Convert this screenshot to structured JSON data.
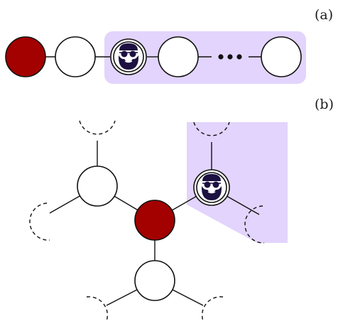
{
  "panels": [
    {
      "label": "(a)",
      "kind": "chain",
      "nodes": [
        "root",
        "empty",
        "character",
        "empty",
        "ellipsis",
        "empty"
      ],
      "highlighted_nodes": [
        2,
        3,
        4,
        5
      ]
    },
    {
      "label": "(b)",
      "kind": "tree",
      "nodes": [
        "root",
        "empty",
        "character",
        "empty"
      ],
      "branches_dashed": true,
      "highlighted_nodes": [
        2
      ]
    }
  ],
  "colors": {
    "root_fill": "#a30000",
    "highlight": "#e2d4fc",
    "stroke": "#111111",
    "character_dark": "#1c1140",
    "node_fill": "#ffffff"
  },
  "icons": {
    "character": "bearded-man-with-sunglasses-icon",
    "ellipsis": "ellipsis-dots-icon"
  }
}
